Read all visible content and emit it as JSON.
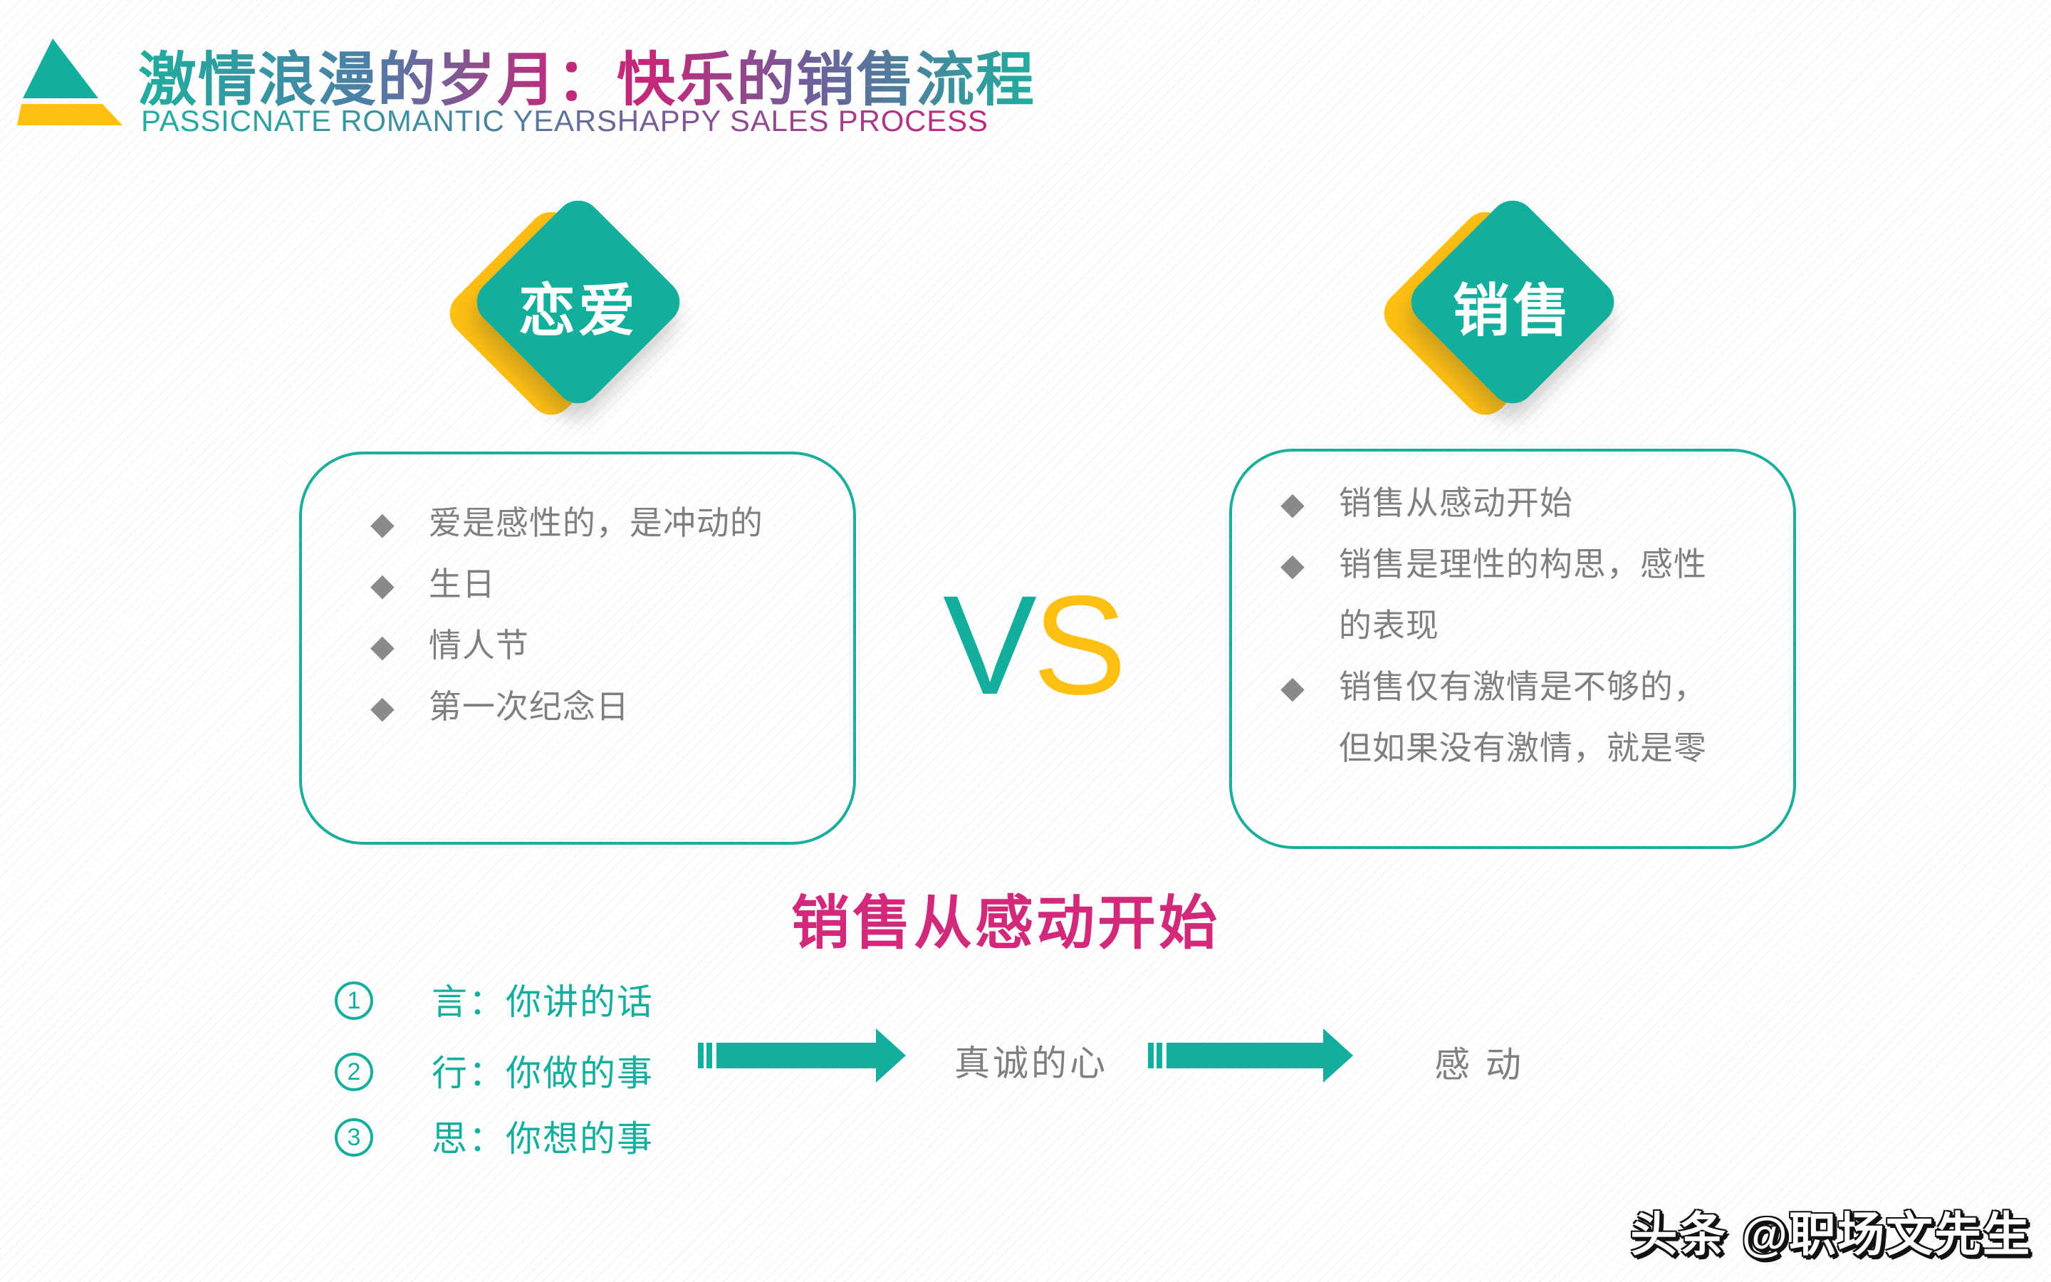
{
  "slide": {
    "header": {
      "title": "激情浪漫的岁月：快乐的销售流程",
      "subtitle": "PASSICNATE ROMANTIC YEARSHAPPY SALES PROCESS"
    },
    "comparison": {
      "left_tag": "恋爱",
      "right_tag": "销售",
      "vs_v": "V",
      "vs_s": "S",
      "bullet_glyph": "◆",
      "left_items": [
        "爱是感性的，是冲动的",
        "生日",
        "情人节",
        "第一次纪念日"
      ],
      "right_items": [
        "销售从感动开始",
        "销售是理性的构思，感性的表现",
        "销售仅有激情是不够的，但如果没有激情，就是零"
      ]
    },
    "process": {
      "heading": "销售从感动开始",
      "steps": [
        {
          "num": "1",
          "label": "言：你讲的话"
        },
        {
          "num": "2",
          "label": "行：你做的事"
        },
        {
          "num": "3",
          "label": "思：你想的事"
        }
      ],
      "middle_label": "真诚的心",
      "result_label": "感 动"
    },
    "watermark": "头条 @职场文先生",
    "colors": {
      "teal": "#14AE9C",
      "yellow": "#FFC013",
      "magenta": "#D3297B",
      "gray": "#7F7F7F"
    }
  }
}
